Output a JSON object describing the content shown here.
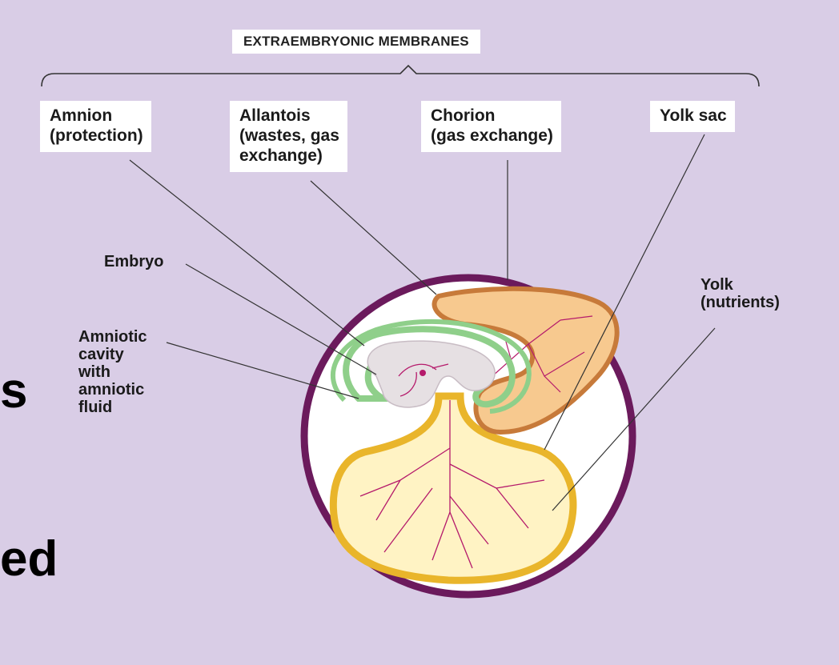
{
  "title": "EXTRAEMBRYONIC MEMBRANES",
  "membranes": {
    "amnion": "Amnion\n(protection)",
    "allantois": "Allantois\n(wastes, gas\nexchange)",
    "chorion": "Chorion\n(gas exchange)",
    "yolk_sac": "Yolk sac"
  },
  "side_labels": {
    "embryo": "Embryo",
    "amniotic_cavity": "Amniotic\ncavity\nwith\namniotic\nfluid",
    "yolk": "Yolk\n(nutrients)"
  },
  "background_fragments": {
    "line1": "s",
    "line2": "ed"
  },
  "colors": {
    "background": "#d9cde6",
    "chorion": "#6b1a5c",
    "amnion": "#8fcf8a",
    "allantois_fill": "#f7c98f",
    "allantois_edge": "#c77a3a",
    "yolk_sac": "#e9b52b",
    "yolk_fill": "#fff3c4",
    "vessels": "#b51a6b",
    "embryo": "#e6e0e3"
  }
}
